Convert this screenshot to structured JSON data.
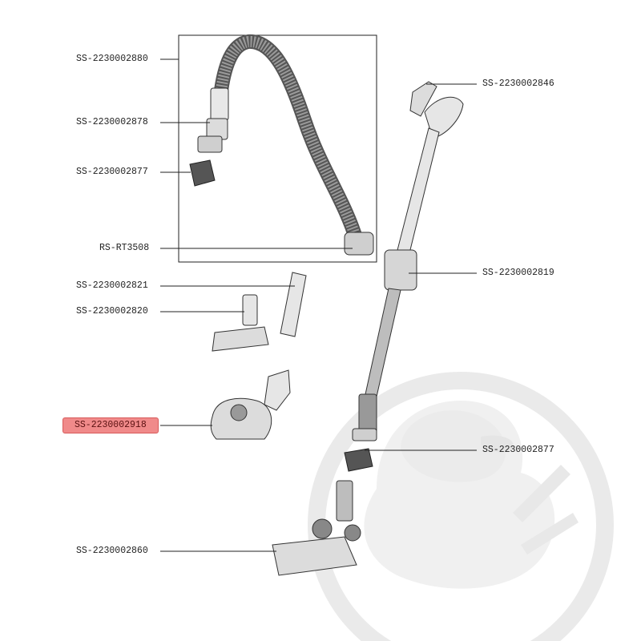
{
  "parts": [
    {
      "id": "hose-assembly",
      "ref": "SS-2230002880"
    },
    {
      "id": "hose-end-fitting",
      "ref": "SS-2230002878"
    },
    {
      "id": "small-adapter-top",
      "ref": "SS-2230002877"
    },
    {
      "id": "hose-tube",
      "ref": "RS-RT3508"
    },
    {
      "id": "crevice-tool",
      "ref": "SS-2230002821"
    },
    {
      "id": "upholstery-brush",
      "ref": "SS-2230002820"
    },
    {
      "id": "turbo-brush",
      "ref": "SS-2230002918",
      "highlighted": true
    },
    {
      "id": "handle-grip",
      "ref": "SS-2230002846"
    },
    {
      "id": "telescopic-tube",
      "ref": "SS-2230002819"
    },
    {
      "id": "small-adapter-bottom",
      "ref": "SS-2230002877"
    },
    {
      "id": "floor-nozzle",
      "ref": "SS-2230002860"
    }
  ],
  "colors": {
    "highlight": "#f08a8a",
    "line": "#222222",
    "watermark": "#e6e6e6"
  }
}
